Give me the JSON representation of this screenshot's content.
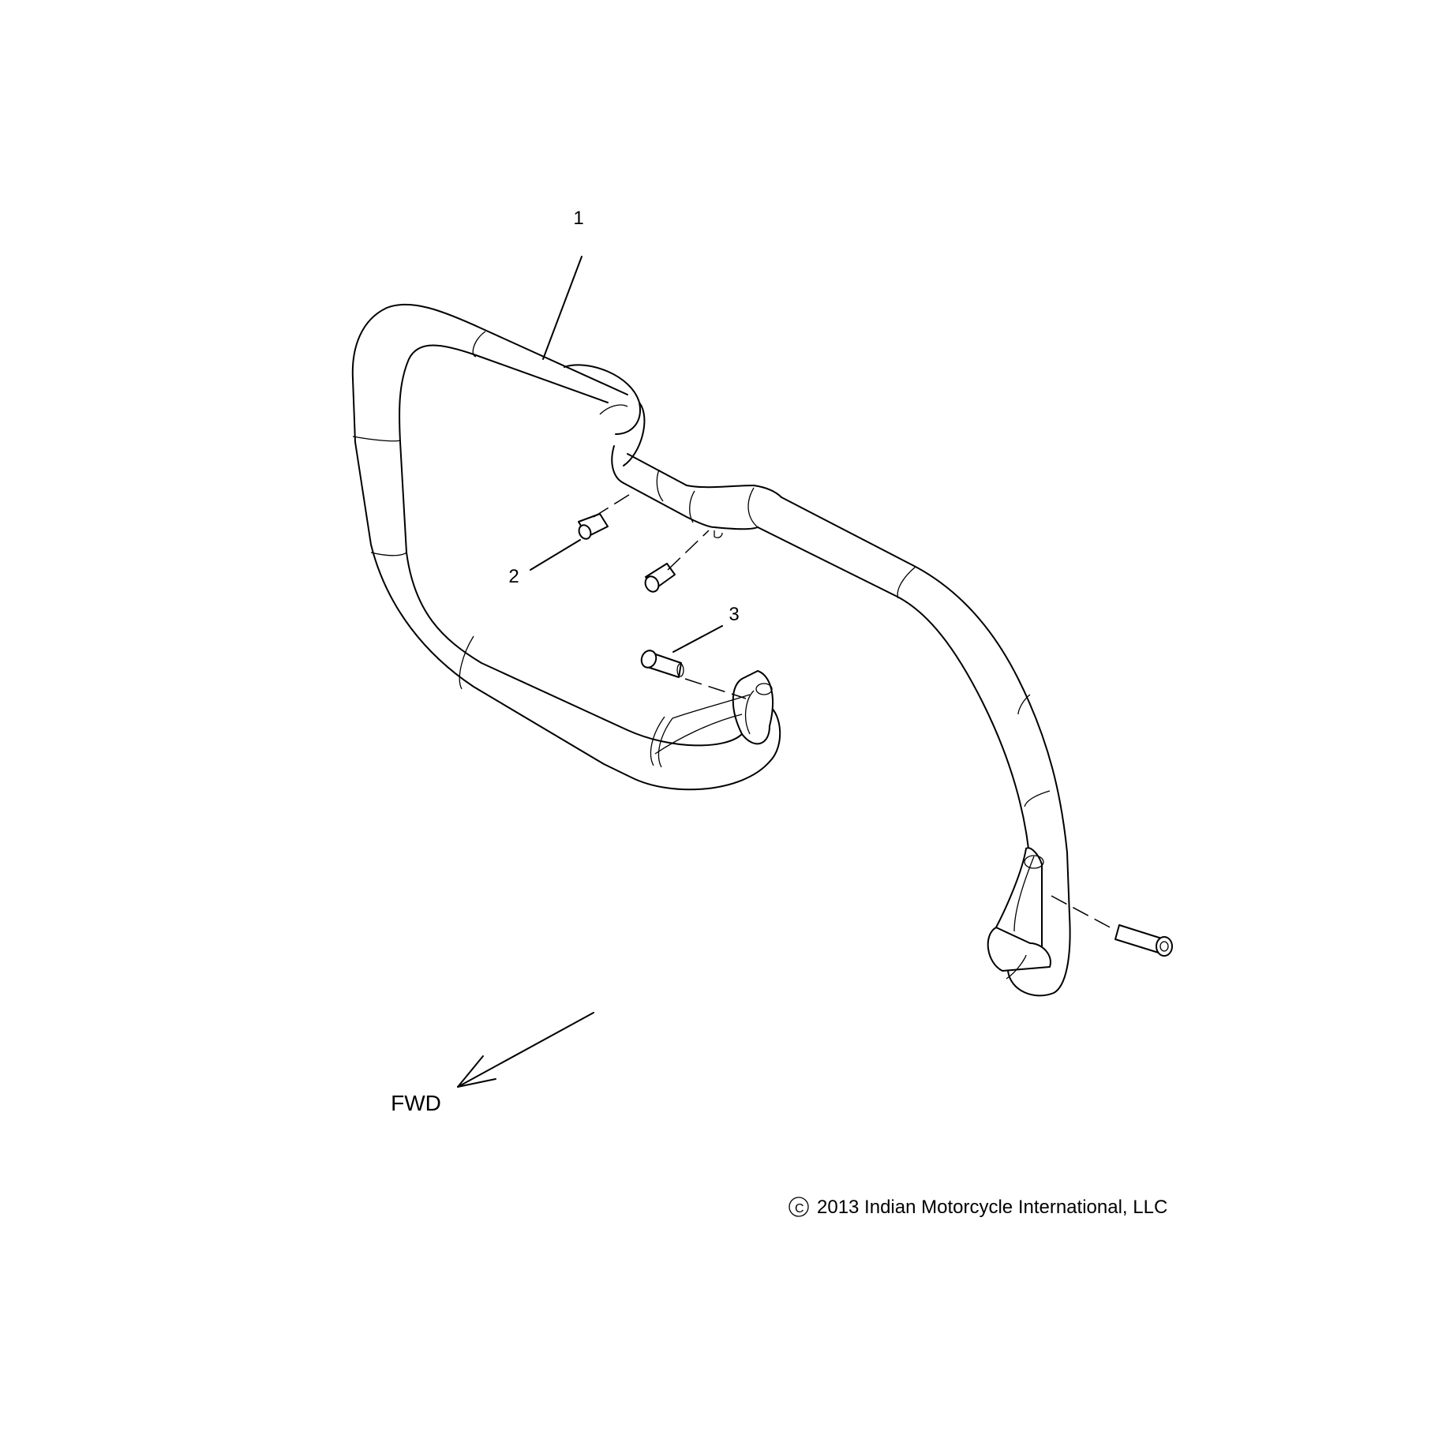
{
  "callouts": [
    {
      "id": "1",
      "label": "1"
    },
    {
      "id": "2",
      "label": "2"
    },
    {
      "id": "3",
      "label": "3"
    }
  ],
  "direction": {
    "label": "FWD"
  },
  "copyright": {
    "symbol": "©",
    "text": "2013 Indian Motorcycle International, LLC"
  }
}
